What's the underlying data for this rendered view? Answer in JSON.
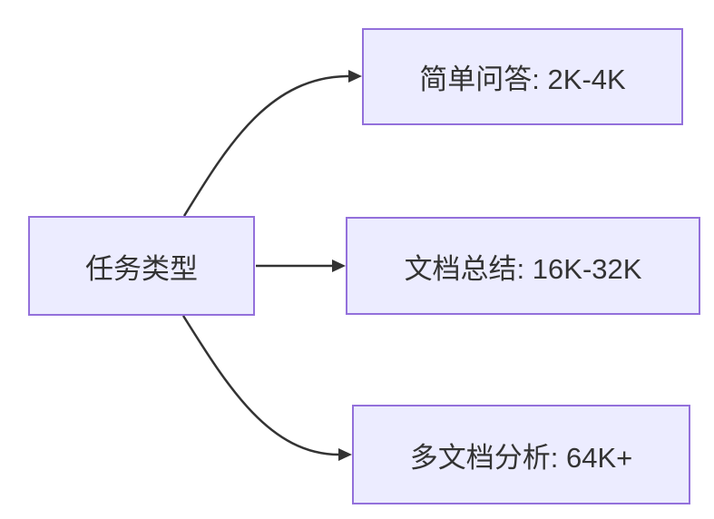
{
  "diagram": {
    "type": "flowchart-lr",
    "root": {
      "label": "任务类型"
    },
    "branches": [
      {
        "label": "简单问答: 2K-4K"
      },
      {
        "label": "文档总结: 16K-32K"
      },
      {
        "label": "多文档分析: 64K+"
      }
    ]
  },
  "colors": {
    "node_fill": "#ECECFF",
    "node_border": "#9370DB",
    "edge": "#333333",
    "text": "#333333",
    "background": "#FFFFFF"
  }
}
